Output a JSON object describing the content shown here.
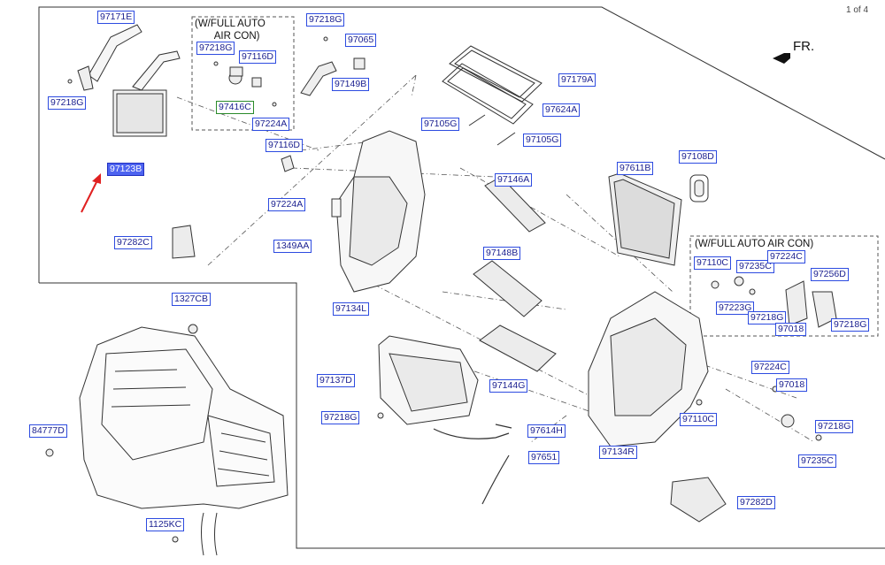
{
  "page": {
    "page_indicator": "1 of 4",
    "front_label": "FR."
  },
  "notes": {
    "box1": "(W/FULL AUTO\n       AIR CON)",
    "box2": "(W/FULL AUTO AIR CON)"
  },
  "parts": {
    "p97171E": "97171E",
    "p97218G_a": "97218G",
    "p97123B": "97123B",
    "p97218G_b": "97218G",
    "p97116D_a": "97116D",
    "p97416C": "97416C",
    "p97224A_a": "97224A",
    "p97218G_c": "97218G",
    "p97065": "97065",
    "p97149B": "97149B",
    "p97179A": "97179A",
    "p97624A": "97624A",
    "p97105G_a": "97105G",
    "p97105G_b": "97105G",
    "p97116D_b": "97116D",
    "p97224A_b": "97224A",
    "p97282C_a": "97282C",
    "p1349AA": "1349AA",
    "p97134L": "97134L",
    "p97146A": "97146A",
    "p97148B": "97148B",
    "p97611B": "97611B",
    "p97108D": "97108D",
    "p97110C_a": "97110C",
    "p97235C_a": "97235C",
    "p97224C_a": "97224C",
    "p97256D": "97256D",
    "p97223G": "97223G",
    "p97218G_d": "97218G",
    "p97018_a": "97018",
    "p97218G_e": "97218G",
    "p1327CB": "1327CB",
    "p84777D": "84777D",
    "p1125KC": "1125KC",
    "p97137D": "97137D",
    "p97144G": "97144G",
    "p97218G_f": "97218G",
    "p97614H": "97614H",
    "p97651": "97651",
    "p97110C_b": "97110C",
    "p97134R": "97134R",
    "p97224C_b": "97224C",
    "p97018_b": "97018",
    "p97218G_g": "97218G",
    "p97235C_b": "97235C",
    "p97282D": "97282D"
  }
}
